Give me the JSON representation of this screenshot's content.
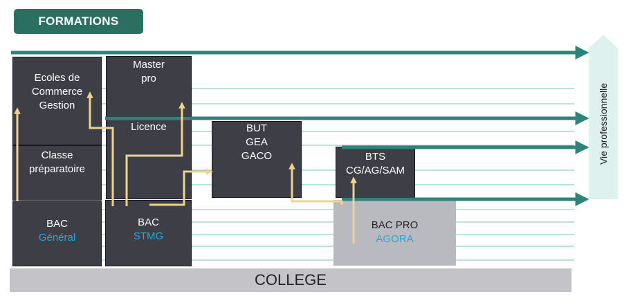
{
  "badge": {
    "label": "FORMATIONS"
  },
  "college": {
    "label": "COLLEGE"
  },
  "vie": {
    "label": "Vie professionnelle"
  },
  "boxes": {
    "ecoles": {
      "l1": "Ecoles de",
      "l2": "Commerce",
      "l3": "Gestion"
    },
    "classe": {
      "l1": "Classe",
      "l2": "préparatoire"
    },
    "bac_general": {
      "l1": "BAC",
      "l2": "Général"
    },
    "master": {
      "l1": "Master",
      "l2": "pro"
    },
    "licence": {
      "l1": "Licence"
    },
    "bac_stmg": {
      "l1": "BAC",
      "l2": "STMG"
    },
    "but": {
      "l1": "BUT",
      "l2": "GEA",
      "l3": "GACO"
    },
    "bts": {
      "l1": "BTS",
      "l2": "CG/AG/SAM"
    },
    "bac_pro": {
      "l1": "BAC PRO",
      "l2": "AGORA"
    }
  },
  "colors": {
    "badge": "#2b6f62",
    "box": "#3e3e47",
    "accent_blue": "#25a8df",
    "teal_arrow": "#2e8479",
    "thin_line": "#79c2bb",
    "yellow_arrow": "#efd38c",
    "vie_pro_bg": "#dff1ee",
    "bac_pro_bg": "#b9b9c0",
    "college_bg": "#c3c3c8"
  }
}
